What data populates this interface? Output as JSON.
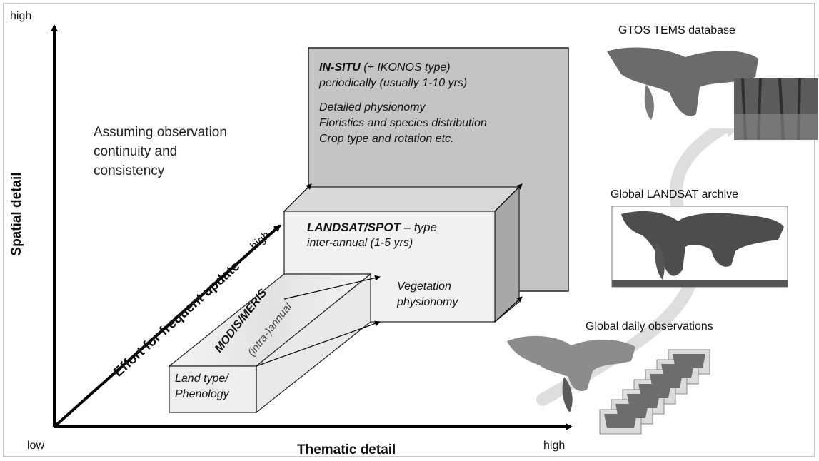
{
  "axes": {
    "y_high": "high",
    "y_title": "Spatial detail",
    "origin_low": "low",
    "x_title": "Thematic detail",
    "x_high": "high",
    "diag_title": "Effort for frequent update",
    "diag_high": "high"
  },
  "note": [
    "Assuming observation",
    "continuity and",
    "consistency"
  ],
  "insitu": {
    "title_bold": "IN-SITU",
    "title_rest": " (+ IKONOS type)",
    "line2": "periodically (usually 1-10 yrs)",
    "items": [
      "Detailed physionomy",
      "Floristics and species distribution",
      "Crop type and rotation etc."
    ]
  },
  "landsat": {
    "title_bold": "LANDSAT/SPOT",
    "title_rest": " – type",
    "line2": "inter-annual (1-5 yrs)",
    "content": [
      "Vegetation",
      "physionomy"
    ]
  },
  "modis": {
    "title": "MODIS/MERIS",
    "sub": "(intra-)annual",
    "content": [
      "Land type/",
      "Phenology"
    ]
  },
  "examples": {
    "gtos": "GTOS TEMS database",
    "landsat_archive": "Global LANDSAT archive",
    "daily": "Global daily observations"
  },
  "colors": {
    "axis": "#000000",
    "box_front": "#eeeeee",
    "box_back": "#cfcfcf",
    "insitu_fill": "#c4c4c4",
    "curve": "#dcdcdc"
  }
}
